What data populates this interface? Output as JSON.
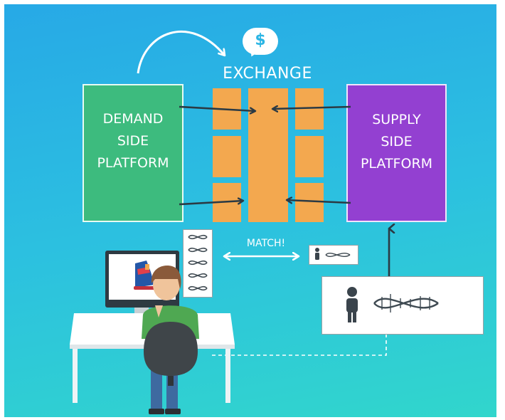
{
  "exchange": {
    "title": "EXCHANGE",
    "bubble_symbol": "$"
  },
  "demand_side": {
    "label": "DEMAND\nSIDE\nPLATFORM"
  },
  "supply_side": {
    "label": "SUPPLY\nSIDE\nPLATFORM"
  },
  "match": {
    "label": "MATCH!"
  },
  "colors": {
    "background_top": "#27a9e6",
    "background_bottom": "#31d6cc",
    "demand_side": "#3dbb7e",
    "supply_side": "#9340d1",
    "exchange": "#f3a84f",
    "arrow": "#2b3a44"
  },
  "icons": [
    "dollar-speech-bubble-icon",
    "person-icon",
    "dna-strand-icon",
    "ski-boot-icon"
  ]
}
